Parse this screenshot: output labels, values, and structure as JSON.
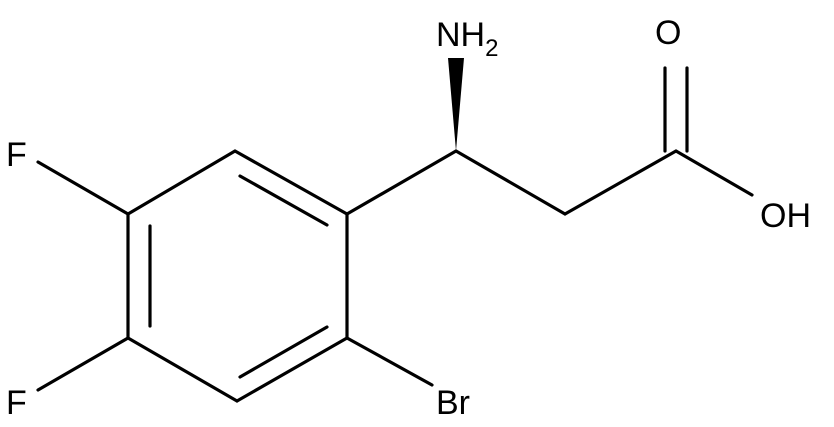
{
  "molecule": {
    "atoms": {
      "nh2": {
        "main": "NH",
        "sub": "2"
      },
      "carbonyl_o": "O",
      "hydroxyl": "OH",
      "fluoro_top": "F",
      "fluoro_bottom": "F",
      "bromo": "Br"
    }
  },
  "colors": {
    "ink": "#000000",
    "background": "#ffffff"
  }
}
